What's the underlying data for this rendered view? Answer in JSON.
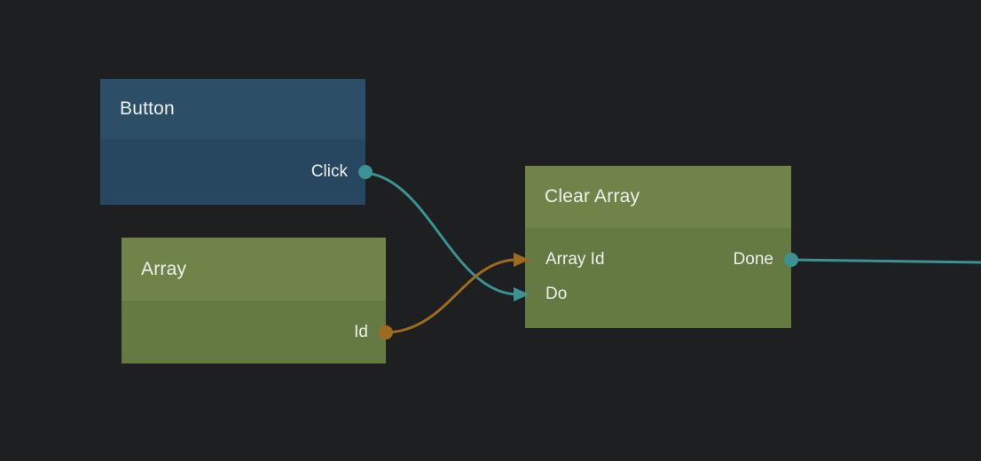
{
  "canvas": {
    "background": "#1e1f20"
  },
  "palette": {
    "exec_color": "#3d9193",
    "data_color": "#9c6a21",
    "text_color": "#eef0ec",
    "button_header": "#2d4e67",
    "button_body": "#27465f",
    "green_header": "#70844a",
    "green_body": "#657a42"
  },
  "nodes": [
    {
      "id": "button",
      "title": "Button",
      "inputs": [],
      "outputs": [
        {
          "label": "Click",
          "type": "exec"
        }
      ]
    },
    {
      "id": "array",
      "title": "Array",
      "inputs": [],
      "outputs": [
        {
          "label": "Id",
          "type": "data"
        }
      ]
    },
    {
      "id": "clear-array",
      "title": "Clear Array",
      "inputs": [
        {
          "label": "Array Id",
          "type": "data"
        },
        {
          "label": "Do",
          "type": "exec"
        }
      ],
      "outputs": [
        {
          "label": "Done",
          "type": "exec"
        }
      ]
    }
  ],
  "wires": [
    {
      "from": "Button.Click",
      "to": "Clear Array.Do",
      "type": "exec",
      "color": "#3d9193"
    },
    {
      "from": "Array.Id",
      "to": "Clear Array.Array Id",
      "type": "data",
      "color": "#9c6a21"
    },
    {
      "from": "Clear Array.Done",
      "to": "off-canvas-right",
      "type": "exec",
      "color": "#3d9193"
    }
  ]
}
